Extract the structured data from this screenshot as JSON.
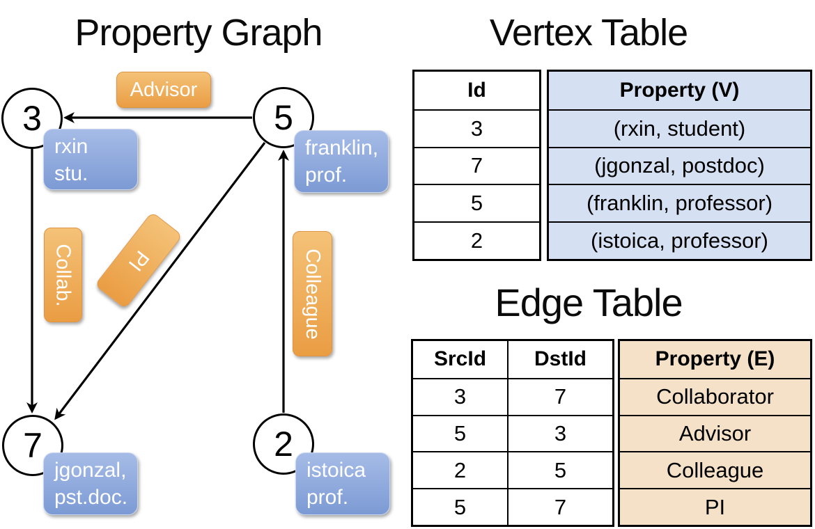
{
  "graph": {
    "title": "Property Graph",
    "nodes": [
      {
        "label": "3"
      },
      {
        "label": "5"
      },
      {
        "label": "7"
      },
      {
        "label": "2"
      }
    ],
    "vertex_boxes": [
      {
        "line1": "rxin",
        "line2": "stu."
      },
      {
        "line1": "franklin,",
        "line2": "prof."
      },
      {
        "line1": "jgonzal,",
        "line2": "pst.doc."
      },
      {
        "line1": "istoica",
        "line2": "prof."
      }
    ],
    "edge_labels": {
      "advisor": "Advisor",
      "collab": "Collab.",
      "pi": "PI",
      "colleague": "Colleague"
    }
  },
  "vertex_table": {
    "title": "Vertex Table",
    "headers": {
      "id": "Id",
      "property": "Property (V)"
    },
    "rows": [
      {
        "id": "3",
        "property": "(rxin, student)"
      },
      {
        "id": "7",
        "property": "(jgonzal, postdoc)"
      },
      {
        "id": "5",
        "property": "(franklin, professor)"
      },
      {
        "id": "2",
        "property": "(istoica, professor)"
      }
    ]
  },
  "edge_table": {
    "title": "Edge Table",
    "headers": {
      "src": "SrcId",
      "dst": "DstId",
      "property": "Property (E)"
    },
    "rows": [
      {
        "src": "3",
        "dst": "7",
        "property": "Collaborator"
      },
      {
        "src": "5",
        "dst": "3",
        "property": "Advisor"
      },
      {
        "src": "2",
        "dst": "5",
        "property": "Colleague"
      },
      {
        "src": "5",
        "dst": "7",
        "property": "PI"
      }
    ]
  },
  "colors": {
    "edge_label_fill_top": "#f4c278",
    "edge_label_fill_bottom": "#ea9d43",
    "vertex_box_fill_top": "#a6bce7",
    "vertex_box_fill_bottom": "#7c9ad4",
    "vertex_table_fill": "#d5e0f3",
    "edge_table_fill": "#f5e0c8",
    "line_color": "#000000",
    "box_text_color": "#ffffff"
  }
}
